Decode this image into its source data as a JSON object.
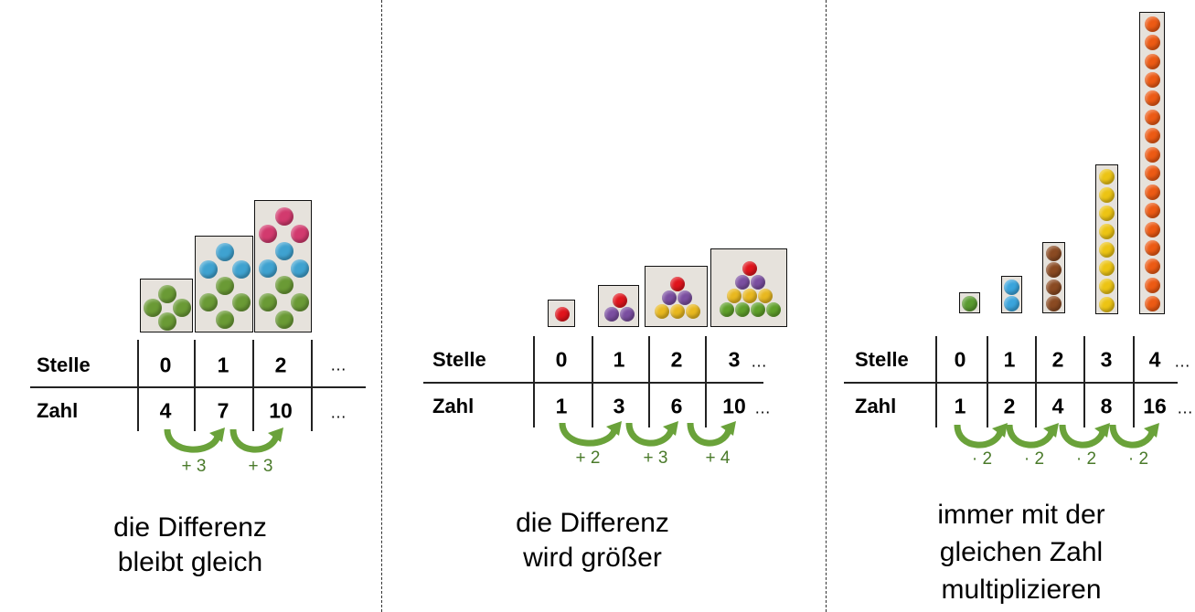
{
  "row_labels": {
    "position": "Stelle",
    "number": "Zahl"
  },
  "ellipsis": "…",
  "panels": [
    {
      "positions": [
        "0",
        "1",
        "2"
      ],
      "numbers": [
        "4",
        "7",
        "10"
      ],
      "operations": [
        "+ 3",
        "+ 3"
      ],
      "caption": [
        "die Differenz",
        "bleibt gleich"
      ],
      "candy_rows": [
        [
          [
            "#6a9a35"
          ],
          [
            "#6a9a35",
            "#6a9a35"
          ],
          [
            "#6a9a35"
          ]
        ],
        [
          [
            "#3fa2d0"
          ],
          [
            "#3fa2d0",
            "#3fa2d0"
          ],
          [
            "#6a9a35"
          ],
          [
            "#6a9a35",
            "#6a9a35"
          ],
          [
            "#6a9a35"
          ]
        ],
        [
          [
            "#d23a6e"
          ],
          [
            "#d23a6e",
            "#d23a6e"
          ],
          [
            "#3fa2d0"
          ],
          [
            "#3fa2d0",
            "#3fa2d0"
          ],
          [
            "#6a9a35"
          ],
          [
            "#6a9a35",
            "#6a9a35"
          ],
          [
            "#6a9a35"
          ]
        ]
      ]
    },
    {
      "positions": [
        "0",
        "1",
        "2",
        "3"
      ],
      "numbers": [
        "1",
        "3",
        "6",
        "10"
      ],
      "operations": [
        "+ 2",
        "+ 3",
        "+ 4"
      ],
      "caption": [
        "die Differenz",
        "wird größer"
      ],
      "candy_rows": [
        [
          [
            "#e0141c"
          ]
        ],
        [
          [
            "#e0141c"
          ],
          [
            "#7a4ea0",
            "#7a4ea0"
          ]
        ],
        [
          [
            "#e0141c"
          ],
          [
            "#7a4ea0",
            "#7a4ea0"
          ],
          [
            "#e8b820",
            "#e8b820",
            "#e8b820"
          ]
        ],
        [
          [
            "#e0141c"
          ],
          [
            "#7a4ea0",
            "#7a4ea0"
          ],
          [
            "#e8b820",
            "#e8b820",
            "#e8b820"
          ],
          [
            "#5fa02a",
            "#5fa02a",
            "#5fa02a",
            "#5fa02a"
          ]
        ]
      ]
    },
    {
      "positions": [
        "0",
        "1",
        "2",
        "3",
        "4"
      ],
      "numbers": [
        "1",
        "2",
        "4",
        "8",
        "16"
      ],
      "operations": [
        "· 2",
        "· 2",
        "· 2",
        "· 2"
      ],
      "caption": [
        "immer mit der",
        "gleichen Zahl",
        "multiplizieren"
      ],
      "candy_columns": [
        {
          "count": 1,
          "color": "#5a9a30"
        },
        {
          "count": 2,
          "color": "#3aa4dc"
        },
        {
          "count": 4,
          "color": "#8a4a22"
        },
        {
          "count": 8,
          "color": "#ecc414"
        },
        {
          "count": 16,
          "color": "#ec5a14"
        }
      ]
    }
  ],
  "arrow_color": "#6aa23a"
}
